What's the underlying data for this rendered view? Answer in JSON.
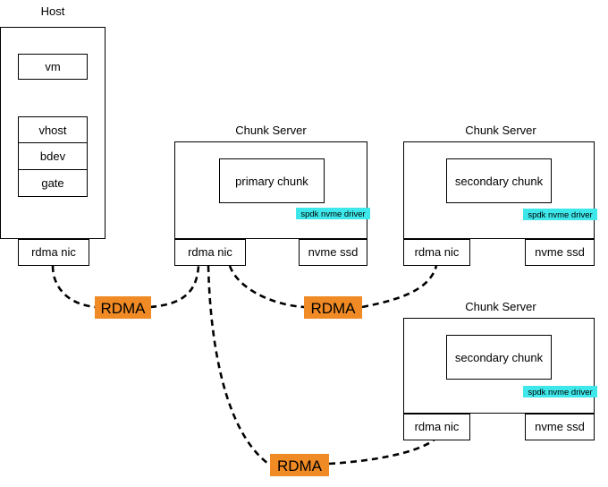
{
  "colors": {
    "rdma_fill": "#f08a24",
    "driver_fill": "#3ee8ea",
    "line": "#000000",
    "background": "#ffffff"
  },
  "host": {
    "title": "Host",
    "vm": "vm",
    "vhost": "vhost",
    "bdev": "bdev",
    "gate": "gate",
    "nic": "rdma nic"
  },
  "servers": [
    {
      "title": "Chunk Server",
      "chunk": "primary chunk",
      "driver": "spdk nvme driver",
      "nic": "rdma nic",
      "ssd": "nvme ssd"
    },
    {
      "title": "Chunk Server",
      "chunk": "secondary chunk",
      "driver": "spdk nvme driver",
      "nic": "rdma nic",
      "ssd": "nvme ssd"
    },
    {
      "title": "Chunk Server",
      "chunk": "secondary chunk",
      "driver": "spdk nvme driver",
      "nic": "rdma nic",
      "ssd": "nvme ssd"
    }
  ],
  "links": [
    {
      "label": "RDMA"
    },
    {
      "label": "RDMA"
    },
    {
      "label": "RDMA"
    }
  ]
}
